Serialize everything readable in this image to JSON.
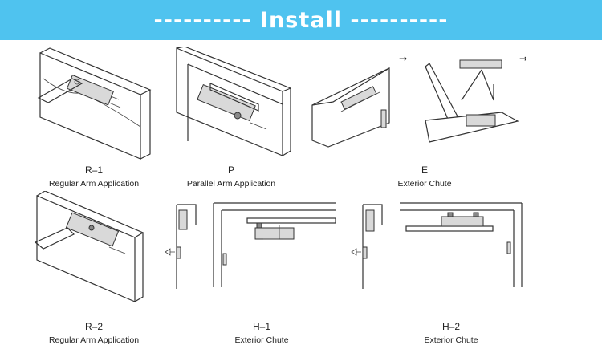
{
  "banner": {
    "title": "---------- Install ----------",
    "color": "#4fc3ef"
  },
  "figures": [
    {
      "id": "r1",
      "code": "R–1",
      "description": "Regular Arm Application"
    },
    {
      "id": "p",
      "code": "P",
      "description": "Parallel Arm Application"
    },
    {
      "id": "e",
      "code": "E",
      "description": "Exterior Chute"
    },
    {
      "id": "r2",
      "code": "R–2",
      "description": "Regular Arm Application"
    },
    {
      "id": "h1",
      "code": "H–1",
      "description": "Exterior Chute"
    },
    {
      "id": "h2",
      "code": "H–2",
      "description": "Exterior Chute"
    }
  ]
}
